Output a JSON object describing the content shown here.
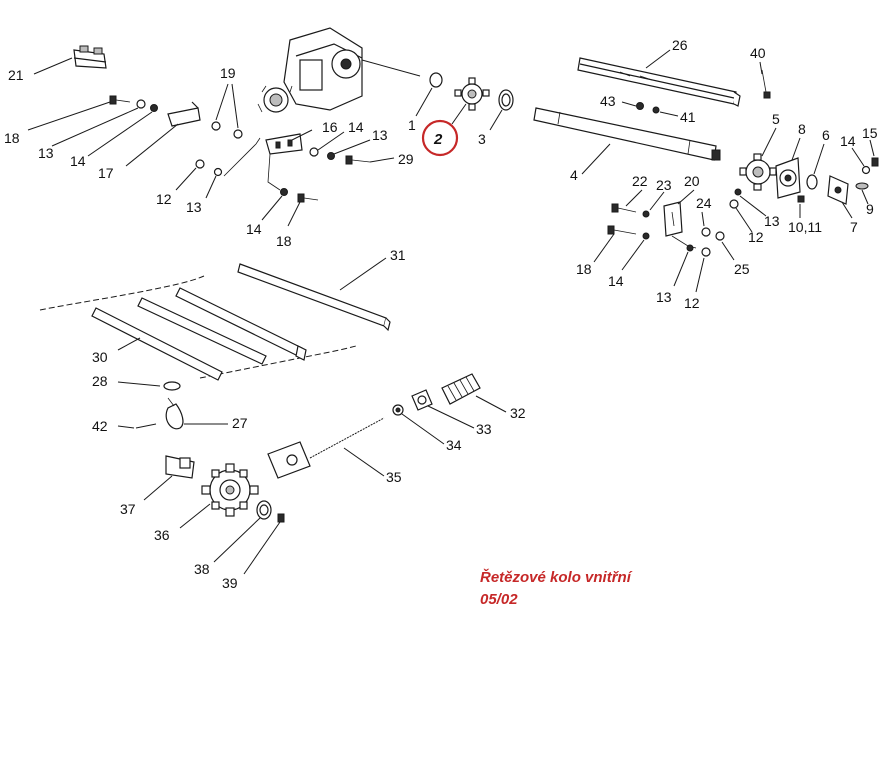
{
  "diagram": {
    "part_labels": [
      "1",
      "2",
      "3",
      "4",
      "5",
      "6",
      "7",
      "8",
      "9",
      "10",
      "11",
      "12",
      "13",
      "14",
      "15",
      "16",
      "17",
      "18",
      "19",
      "20",
      "21",
      "22",
      "23",
      "24",
      "25",
      "26",
      "27",
      "28",
      "29",
      "30",
      "31",
      "32",
      "33",
      "34",
      "35",
      "36",
      "37",
      "38",
      "39",
      "40",
      "41",
      "42",
      "43"
    ],
    "highlighted_part": "2",
    "highlight_color": "#c62828",
    "caption_line1": "Řetězové kolo vnitřní",
    "caption_line2": "05/02",
    "caption_color": "#c62828"
  }
}
